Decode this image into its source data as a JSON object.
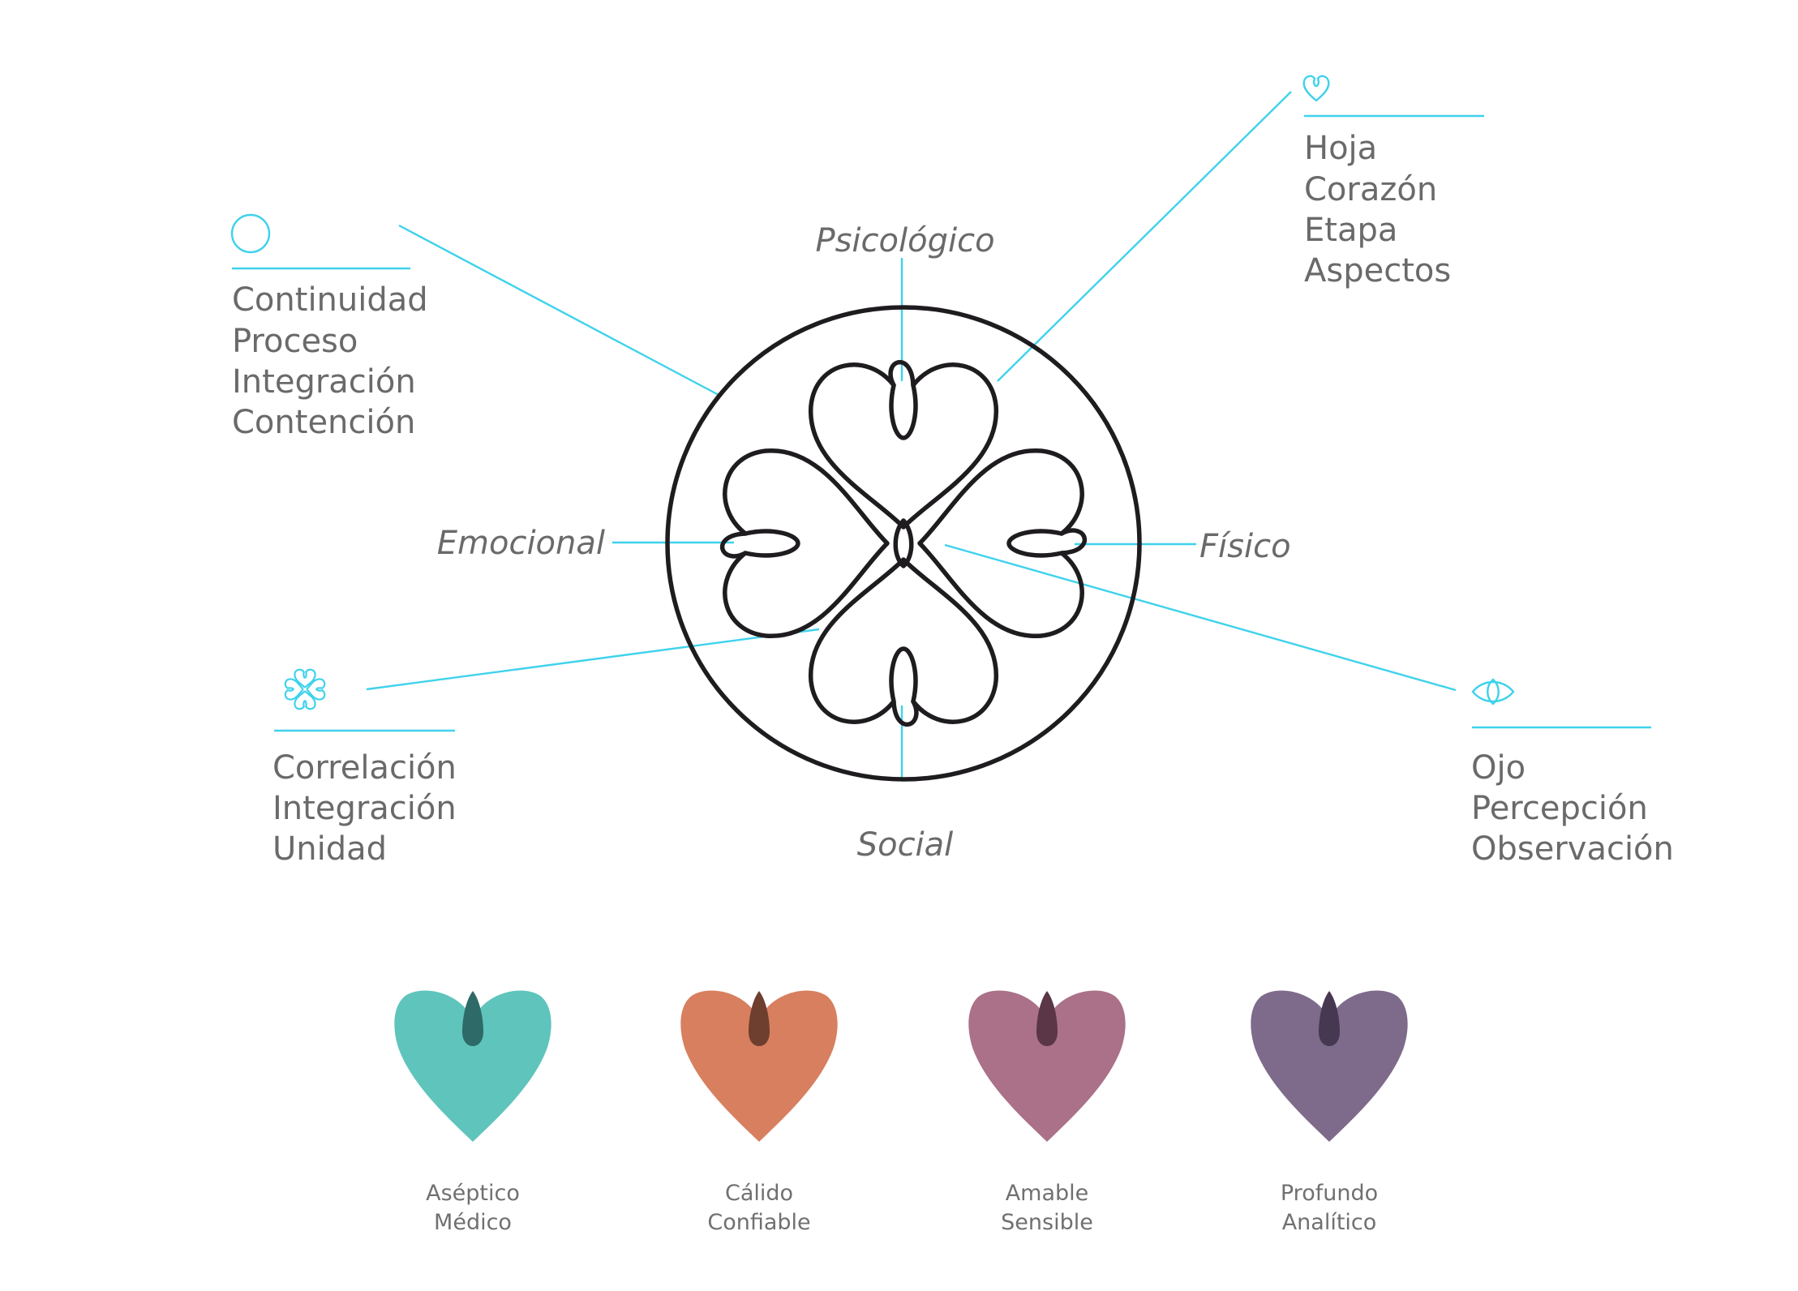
{
  "colors": {
    "accent_cyan": "#3fd2ec",
    "logo_stroke": "#1e1c1f",
    "text_gray": "#6a6a6a"
  },
  "axes": {
    "top": "Psicológico",
    "left": "Emocional",
    "right": "Físico",
    "bottom": "Social"
  },
  "concepts": {
    "circle": {
      "icon": "circle-outline-icon",
      "lines": [
        "Continuidad",
        "Proceso",
        "Integración",
        "Contención"
      ]
    },
    "heart": {
      "icon": "heart-leaf-icon",
      "lines": [
        "Hoja",
        "Corazón",
        "Etapa",
        "Aspectos"
      ]
    },
    "flower": {
      "icon": "four-hearts-flower-icon",
      "lines": [
        "Correlación",
        "Integración",
        "Unidad"
      ]
    },
    "eye": {
      "icon": "eye-icon",
      "lines": [
        "Ojo",
        "Percepción",
        "Observación"
      ]
    }
  },
  "palette": [
    {
      "color": "#5fc4bc",
      "drop": "#2e6a68",
      "line1": "Aséptico",
      "line2": "Médico"
    },
    {
      "color": "#d77f5f",
      "drop": "#6e3f2e",
      "line1": "Cálido",
      "line2": "Confiable"
    },
    {
      "color": "#aa7188",
      "drop": "#5a3646",
      "line1": "Amable",
      "line2": "Sensible"
    },
    {
      "color": "#7e6b8b",
      "drop": "#473852",
      "line1": "Profundo",
      "line2": "Analítico"
    }
  ]
}
